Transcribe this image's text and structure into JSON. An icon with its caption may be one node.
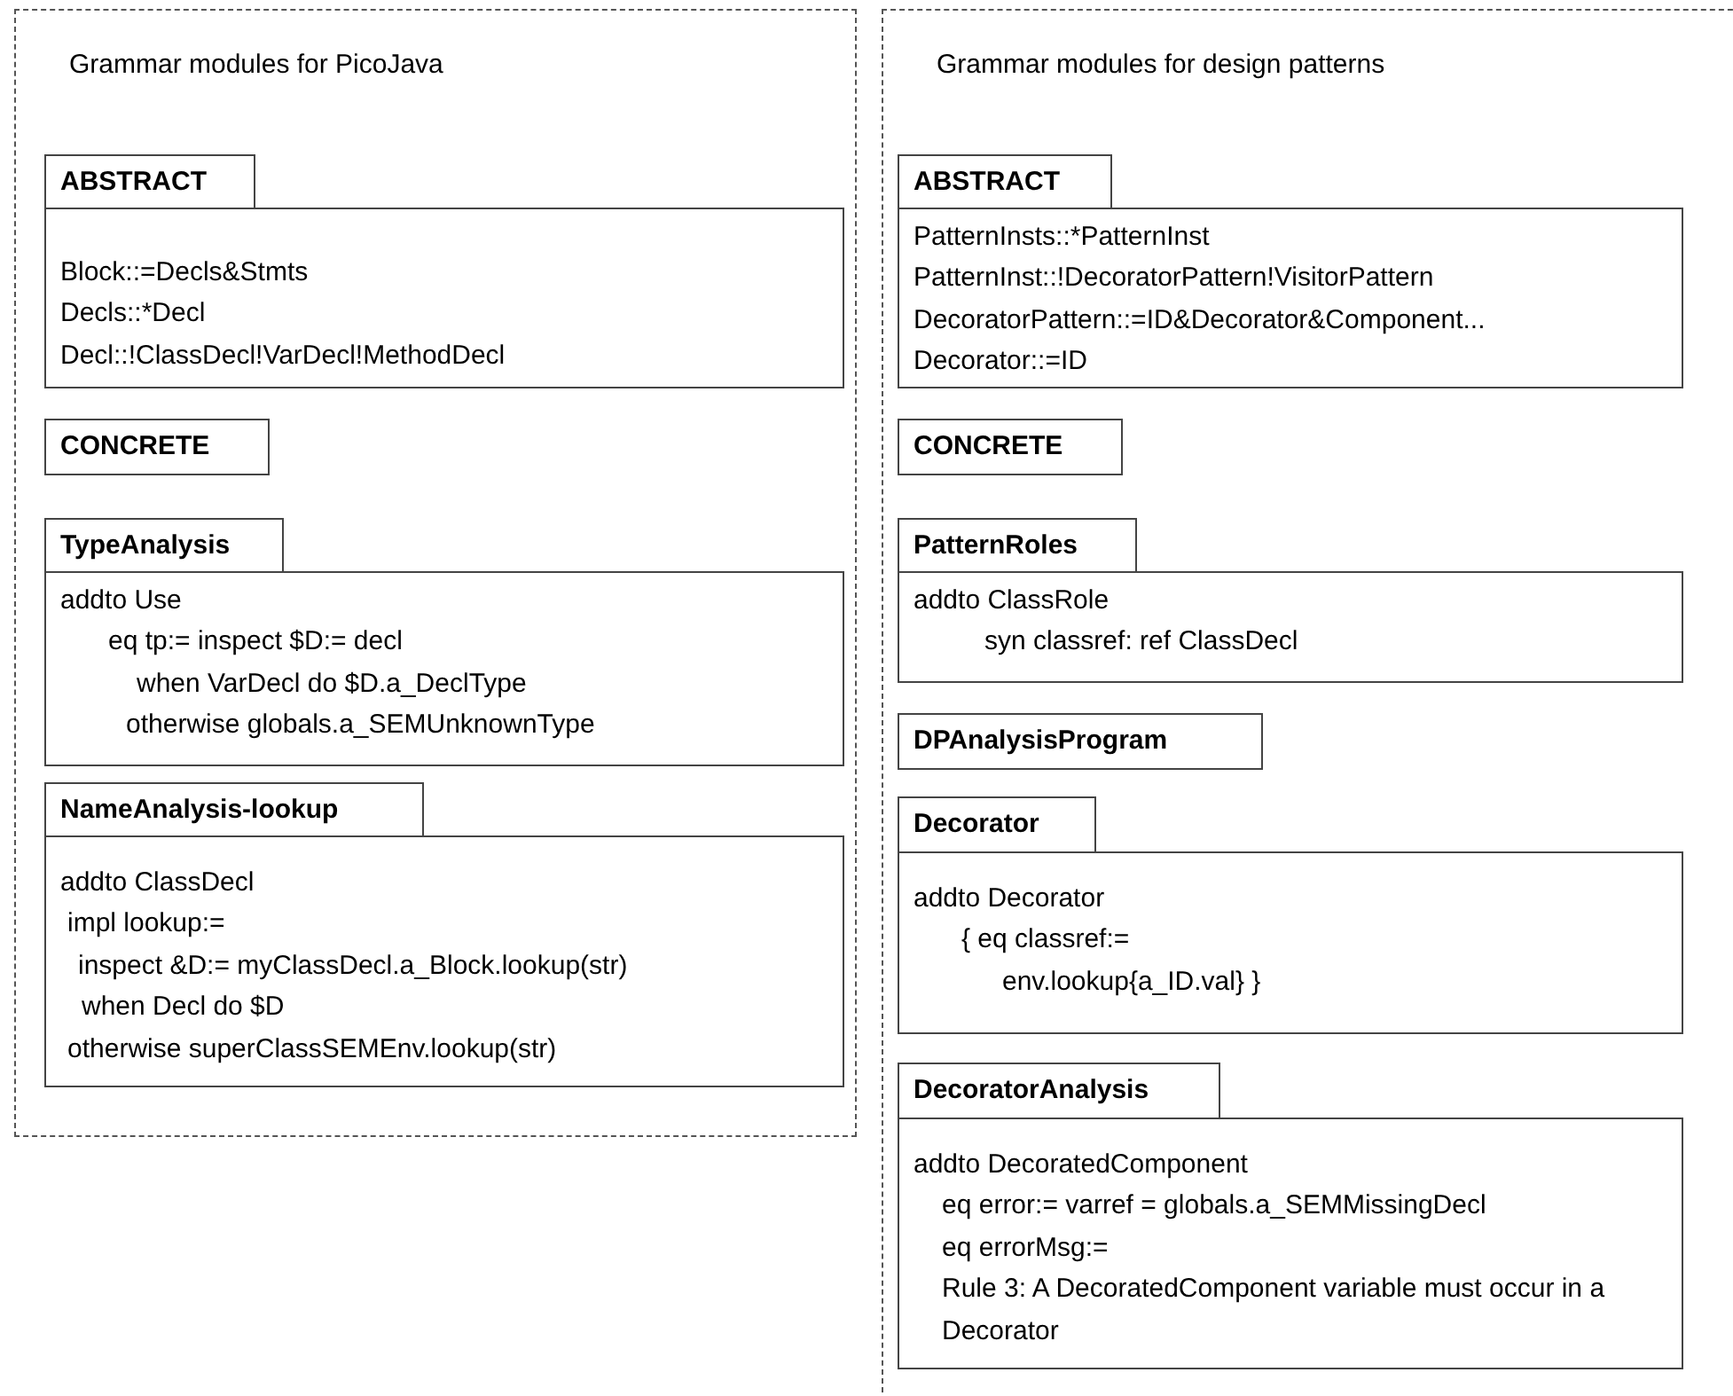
{
  "diagram": {
    "nodes": [
      {
        "text": [
          "Grammar modules for PicoJava"
        ]
      },
      {
        "text": [
          "ABSTRACT",
          "Block::=Decls&Stmts",
          "Decls::*Decl",
          "Decl::!ClassDecl!VarDecl!MethodDecl"
        ],
        "in": 0
      },
      {
        "text": [
          "CONCRETE"
        ],
        "in": 0
      },
      {
        "text": [
          "TypeAnalysis",
          "addto Use",
          "eq tp:= inspect $D:= decl",
          "when VarDecl do $D.a_DeclType",
          "otherwise globals.a_SEMUnknownType"
        ],
        "in": 0
      },
      {
        "text": [
          "NameAnalysis-lookup",
          "addto ClassDecl",
          "impl lookup:=",
          "inspect &D:= myClassDecl.a_Block.lookup(str)",
          "when Decl do $D",
          "otherwise superClassSEMEnv.lookup(str)"
        ],
        "in": 0
      },
      {
        "text": [
          "Grammar modules for design patterns"
        ]
      },
      {
        "text": [
          "ABSTRACT",
          "PatternInsts::*PatternInst",
          "PatternInst::!DecoratorPattern!VisitorPattern",
          "DecoratorPattern::=ID&Decorator&Component...",
          "Decorator::=ID"
        ],
        "in": 5
      },
      {
        "text": [
          "CONCRETE"
        ],
        "in": 5
      },
      {
        "text": [
          "PatternRoles",
          "addto ClassRole",
          "syn classref: ref ClassDecl"
        ],
        "in": 5
      },
      {
        "text": [
          "DPAnalysisProgram"
        ],
        "in": 5
      },
      {
        "text": [
          "Decorator",
          "addto Decorator",
          "{ eq classref:=",
          "env.lookup{a_ID.val} }"
        ],
        "in": 5
      },
      {
        "text": [
          "DecoratorAnalysis",
          "addto DecoratedComponent",
          "eq error:= varref = globals.a_SEMMissingDecl",
          "eq errorMsg:=",
          "Rule 3: A DecoratedComponent variable must occur in a Decorator"
        ],
        "in": 5
      }
    ]
  }
}
